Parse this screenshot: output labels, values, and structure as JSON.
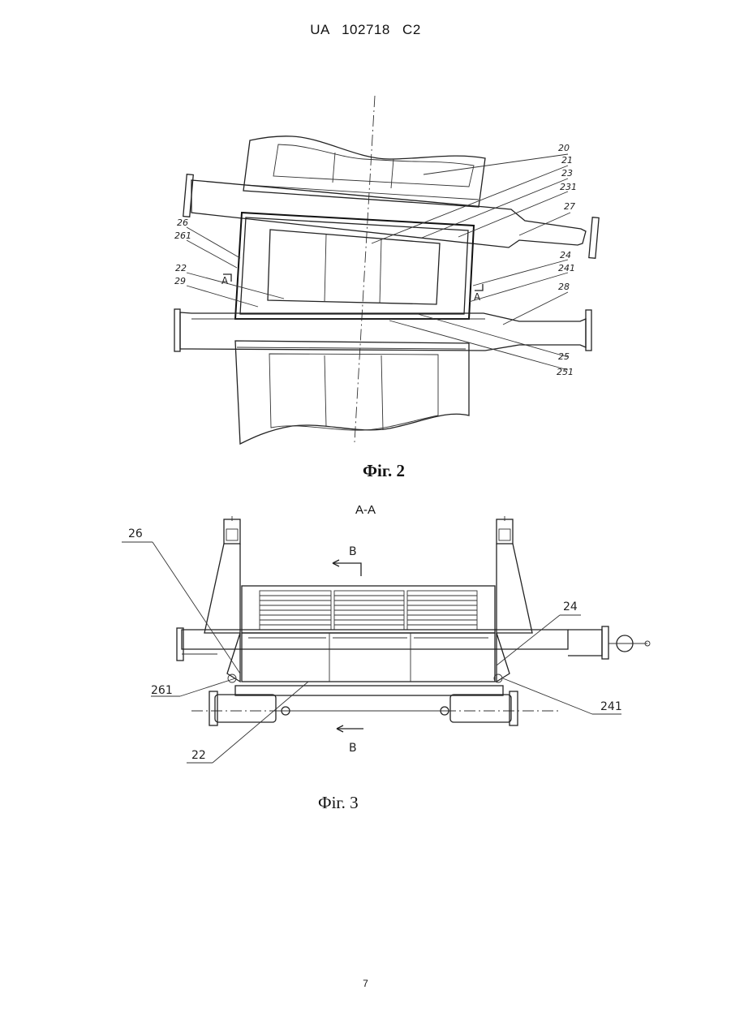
{
  "header": {
    "patent_code": "UA   102718   C2"
  },
  "figure2": {
    "caption": "Фіг. 2",
    "labels": {
      "l20": "20",
      "l21": "21",
      "l23": "23",
      "l231": "231",
      "l27": "27",
      "l26": "26",
      "l261": "261",
      "l22": "22",
      "l29": "29",
      "l24": "24",
      "l241": "241",
      "l28": "28",
      "l25": "25",
      "l251": "251",
      "secA_left": "A",
      "secA_right": "A"
    }
  },
  "figure3": {
    "section_title": "A-A",
    "caption": "Фіг. 3",
    "labels": {
      "l26": "26",
      "l261": "261",
      "l22": "22",
      "l24": "24",
      "l241": "241",
      "secB_top": "B",
      "secB_bottom": "B"
    }
  },
  "page_number": "7"
}
